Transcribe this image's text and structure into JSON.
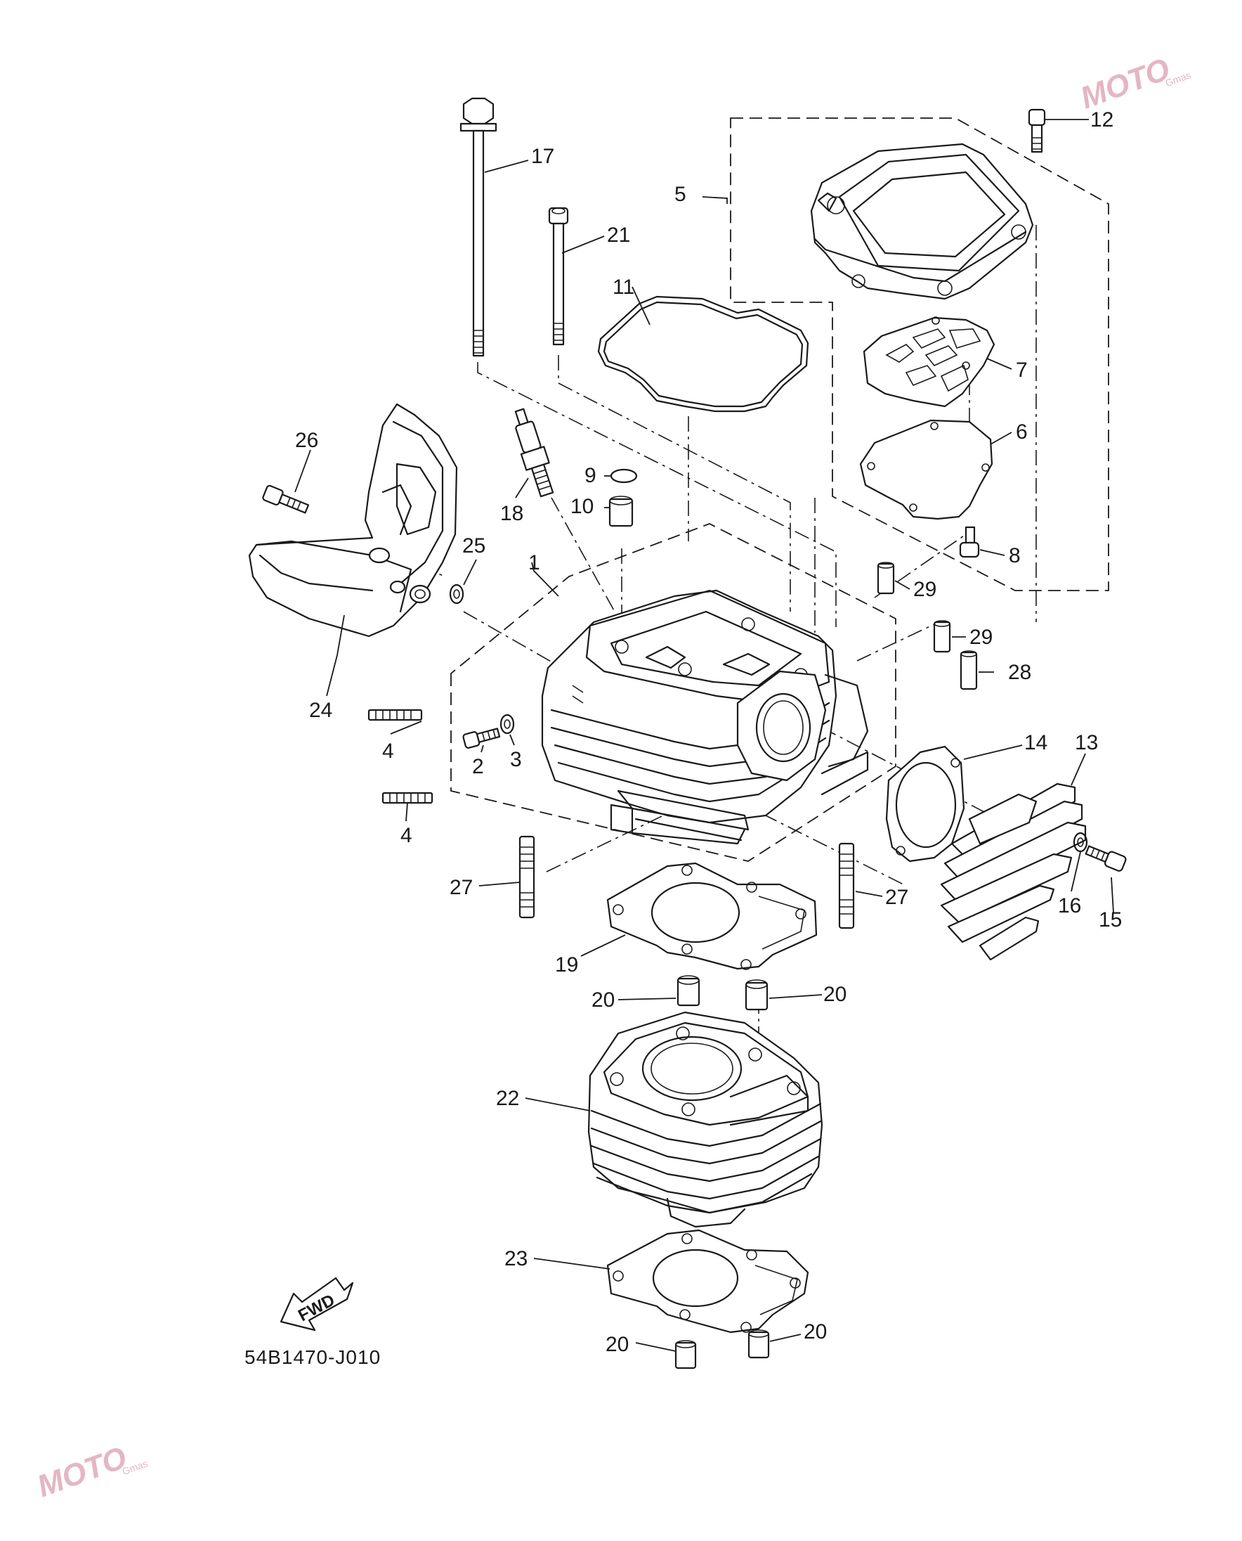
{
  "diagram_code": "54B1470-J010",
  "fwd_label": "FWD",
  "watermark": {
    "brand": "MOTO",
    "sub": "Gmas",
    "color": "#e4b6c4"
  },
  "callouts": {
    "c1": "1",
    "c2": "2",
    "c3": "3",
    "c4a": "4",
    "c4b": "4",
    "c5": "5",
    "c6": "6",
    "c7": "7",
    "c8": "8",
    "c9": "9",
    "c10": "10",
    "c11": "11",
    "c12": "12",
    "c13": "13",
    "c14": "14",
    "c15": "15",
    "c16": "16",
    "c17": "17",
    "c18": "18",
    "c19": "19",
    "c20a": "20",
    "c20b": "20",
    "c20c": "20",
    "c20d": "20",
    "c21": "21",
    "c22": "22",
    "c23": "23",
    "c24": "24",
    "c25": "25",
    "c26": "26",
    "c27a": "27",
    "c27b": "27",
    "c28": "28",
    "c29a": "29",
    "c29b": "29"
  },
  "icons": [
    "fwd-arrow-icon",
    "watermark-logo"
  ]
}
